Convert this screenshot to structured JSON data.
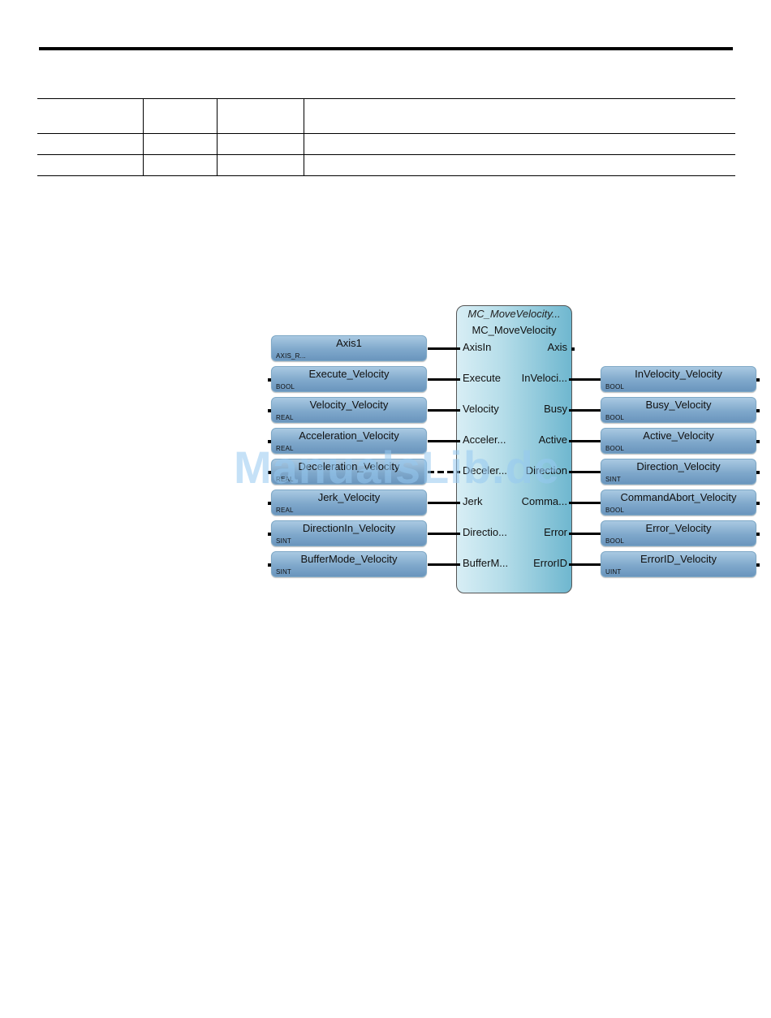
{
  "block": {
    "instance": "MC_MoveVelocity...",
    "type": "MC_MoveVelocity"
  },
  "inputs": [
    {
      "pin": "AxisIn",
      "var": "Axis1",
      "type": "AXIS_R..."
    },
    {
      "pin": "Execute",
      "var": "Execute_Velocity",
      "type": "BOOL"
    },
    {
      "pin": "Velocity",
      "var": "Velocity_Velocity",
      "type": "REAL"
    },
    {
      "pin": "Acceler...",
      "var": "Acceleration_Velocity",
      "type": "REAL"
    },
    {
      "pin": "Deceler...",
      "var": "Deceleration_Velocity",
      "type": "REAL"
    },
    {
      "pin": "Jerk",
      "var": "Jerk_Velocity",
      "type": "REAL"
    },
    {
      "pin": "Directio...",
      "var": "DirectionIn_Velocity",
      "type": "SINT"
    },
    {
      "pin": "BufferM...",
      "var": "BufferMode_Velocity",
      "type": "SINT"
    }
  ],
  "outputs": [
    {
      "pin": "Axis",
      "var": "",
      "type": ""
    },
    {
      "pin": "InVeloci...",
      "var": "InVelocity_Velocity",
      "type": "BOOL"
    },
    {
      "pin": "Busy",
      "var": "Busy_Velocity",
      "type": "BOOL"
    },
    {
      "pin": "Active",
      "var": "Active_Velocity",
      "type": "BOOL"
    },
    {
      "pin": "Direction",
      "var": "Direction_Velocity",
      "type": "SINT"
    },
    {
      "pin": "Comma...",
      "var": "CommandAbort_Velocity",
      "type": "BOOL"
    },
    {
      "pin": "Error",
      "var": "Error_Velocity",
      "type": "BOOL"
    },
    {
      "pin": "ErrorID",
      "var": "ErrorID_Velocity",
      "type": "UINT"
    }
  ],
  "watermark": "ManualsLib.de"
}
